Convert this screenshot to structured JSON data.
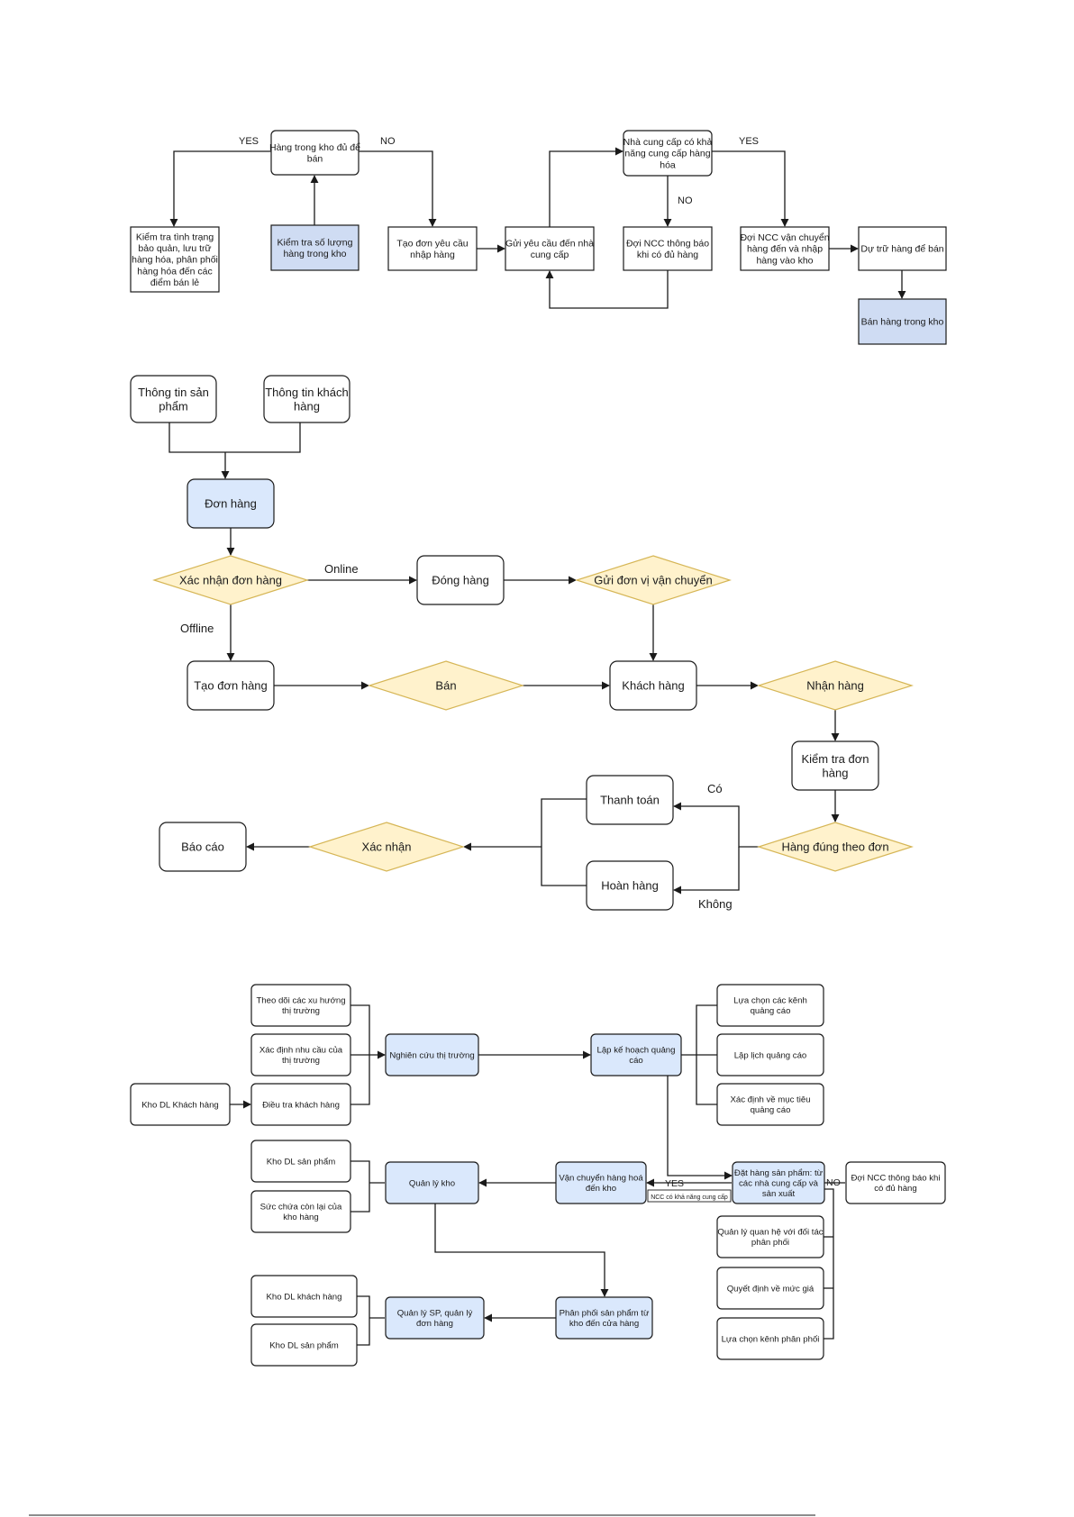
{
  "d1": {
    "stock_enough": [
      "Hàng trong kho đủ để",
      "bán"
    ],
    "check_qty": [
      "Kiểm tra số lượng",
      "hàng trong kho"
    ],
    "check_status": [
      "Kiểm tra tình trạng",
      "bảo quản, lưu trữ",
      "hàng hóa, phân phối",
      "hàng hóa đến các",
      "điểm bán lẻ"
    ],
    "create_import": [
      "Tạo đơn yêu cầu",
      "nhập hàng"
    ],
    "send_request": [
      "Gửi yêu cầu đến nhà",
      "cung cấp"
    ],
    "supplier_able": [
      "Nhà cung cấp có khả",
      "năng cung cấp hàng",
      "hóa"
    ],
    "wait_notify": [
      "Đợi NCC thông báo",
      "khi có đủ hàng"
    ],
    "wait_ship": [
      "Đợi NCC vận chuyển",
      "hàng đến và nhập",
      "hàng vào kho"
    ],
    "store": [
      "Dự trữ hàng để bán"
    ],
    "sell": [
      "Bán hàng trong kho"
    ],
    "yes1": "YES",
    "no1": "NO",
    "no2": "NO",
    "yes2": "YES"
  },
  "d2": {
    "product_info": [
      "Thông tin sản",
      "phẩm"
    ],
    "customer_info": [
      "Thông tin khách",
      "hàng"
    ],
    "order": [
      "Đơn hàng"
    ],
    "confirm_order": [
      "Xác nhận đơn hàng"
    ],
    "online": "Online",
    "offline": "Offline",
    "pack": [
      "Đóng hàng"
    ],
    "send_carrier": [
      "Gửi đơn vị vận chuyển"
    ],
    "create_order": [
      "Tạo đơn hàng"
    ],
    "sale": [
      "Bán"
    ],
    "customer": [
      "Khách hàng"
    ],
    "receive": [
      "Nhận hàng"
    ],
    "check_order": [
      "Kiểm tra đơn",
      "hàng"
    ],
    "correct": [
      "Hàng đúng theo đơn"
    ],
    "yes_label": "Có",
    "no_label": "Không",
    "pay": [
      "Thanh toán"
    ],
    "return": [
      "Hoàn hàng"
    ],
    "confirm": [
      "Xác nhận"
    ],
    "report": [
      "Báo cáo"
    ]
  },
  "d3": {
    "trend": [
      "Theo dõi các xu hướng",
      "thị trường"
    ],
    "needs": [
      "Xác định nhu cầu của",
      "thị trường"
    ],
    "survey": [
      "Điều tra khách hàng"
    ],
    "cust_db": [
      "Kho DL Khách hàng"
    ],
    "research": [
      "Nghiên cứu thị trường"
    ],
    "ad_plan": [
      "Lập kế hoạch quảng",
      "cáo"
    ],
    "ad_channel": [
      "Lựa chọn các kênh",
      "quảng cáo"
    ],
    "ad_schedule": [
      "Lập lịch quảng cáo"
    ],
    "ad_goal": [
      "Xác định về mục tiêu",
      "quảng cáo"
    ],
    "order_products": [
      "Đặt hàng sản phẩm: từ",
      "các nhà cung cấp và",
      "sản xuất"
    ],
    "wait_ncc": [
      "Đợi NCC thông báo khi",
      "có đủ hàng"
    ],
    "no_label": "NO",
    "yes_label": "YES",
    "ncc_able": "NCC có khả năng cung cấp",
    "ship_to_wh": [
      "Vận chuyển hàng hoá",
      "đến kho"
    ],
    "wh_manage": [
      "Quản lý kho"
    ],
    "prod_db": [
      "Kho DL sản phẩm"
    ],
    "capacity": [
      "Sức chứa còn lại của",
      "kho hàng"
    ],
    "partners": [
      "Quản lý quan hệ với đối tác",
      "phân phối"
    ],
    "price": [
      "Quyết định về mức giá"
    ],
    "dist_channel": [
      "Lựa chọn kênh phân phối"
    ],
    "distribute": [
      "Phân phối sản phẩm từ",
      "kho đến cửa hàng"
    ],
    "sp_manage": [
      "Quản lý SP, quản lý",
      "đơn hàng"
    ],
    "cust_db2": [
      "Kho DL khách hàng"
    ],
    "prod_db2": [
      "Kho DL sản phẩm"
    ]
  },
  "colors": {
    "blue_fill": "#dae8fc",
    "blue_fill_2": "#cfdcf3",
    "yellow_fill": "#fff2cc",
    "yellow_stroke": "#d6b656",
    "stroke": "#1a1a1a"
  }
}
